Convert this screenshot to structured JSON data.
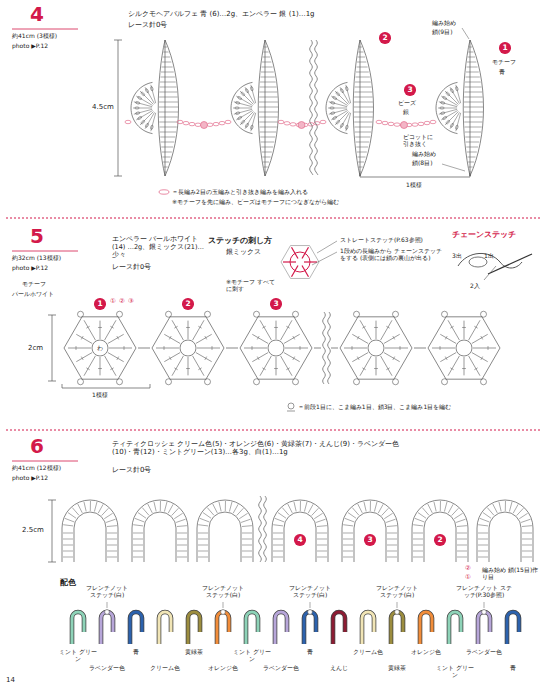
{
  "diagram": {
    "nodes": [
      {
        "text": [
          "2"
        ]
      },
      {
        "text": [
          "1"
        ]
      },
      {
        "text": [
          "3"
        ]
      },
      {
        "text": [
          "1"
        ]
      },
      {
        "text": [
          "2"
        ]
      },
      {
        "text": [
          "3"
        ]
      },
      {
        "text": [
          "4"
        ]
      },
      {
        "text": [
          "3"
        ]
      },
      {
        "text": [
          "2"
        ]
      }
    ],
    "labels": [
      "4",
      "約41cm (3模様)",
      "photo ▶P.12",
      "シルクモヘアパルフェ 青 (6)…2g、エンペラー 銀 (1)…1g",
      "レース針0号",
      "4.5cm",
      "編み始め",
      "鎖(9目)",
      "モチーフ",
      "青",
      "ビーズ",
      "銀",
      "ピコットに 引き抜く",
      "編み始め",
      "鎖(8目)",
      "1模様",
      "＝長編み2目の玉編みと引き抜き編みを編み入れる",
      "※モチーフを先に編み、ビーズはモチーフにつなぎながら編む",
      "5",
      "約32cm (13模様)",
      "photo ▶P.12",
      "エンペラー パールホワイト(14) …2g、銀ミックス(21)…少々",
      "レース針0号",
      "ステッチの刺し方",
      "銀ミックス",
      "※モチーフ すべてに刺す",
      "ストレートステッチ(P.63参照)",
      "1段めの長編みから チェーンステッチをする (表側には鎖の裏山が出る)",
      "チェーンステッチ",
      "3出",
      "1出",
      "2入",
      "モチーフ",
      "パールホワイト",
      "①",
      "②",
      "③",
      "2cm",
      "1模様",
      "＝前段1目に、こま編み1目、鎖3目、こま編み1目を編む",
      "6",
      "約41cm (12模様)",
      "photo ▶P.12",
      "ティティクロッシェ クリーム色(5)・オレンジ色(6)・黄緑茶(7)・えんじ(9)・ラベンダー色(10)・青(12)・ミントグリーン(13)…各3g、白(1)…1g",
      "レース針0号",
      "2.5cm",
      "編み始め 鎖(15目)作り目",
      "②",
      "①",
      "配色",
      "フレンチノット ステッチ(白)",
      "フレンチノット ステッチ(白)",
      "フレンチノット ステッチ(白)",
      "フレンチノット ステッチ(白)",
      "フレンチノット ステッチ(P.30参照)",
      "ミント グリーン",
      "ラベンダー色",
      "青",
      "クリーム色",
      "黄緑茶",
      "オレンジ色",
      "ミント グリーン",
      "ラベンダー色",
      "青",
      "えんじ",
      "クリーム色",
      "黄緑茶",
      "オレンジ色",
      "ミント グリーン",
      "ラベンダー色",
      "青",
      "14",
      "わ"
    ]
  }
}
